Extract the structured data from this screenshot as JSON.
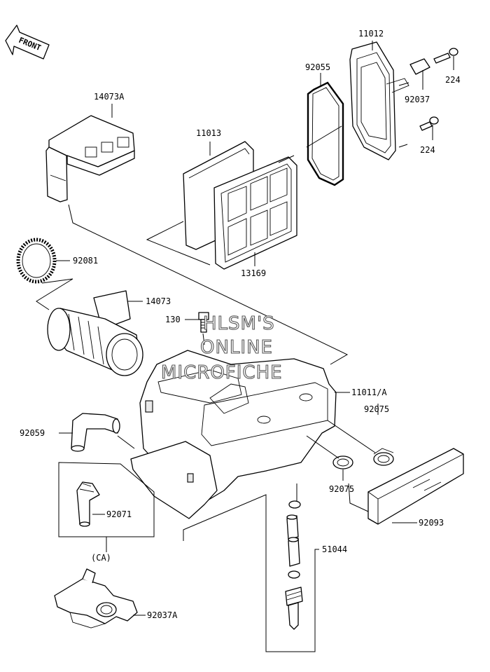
{
  "front_label": "FRONT",
  "watermark": [
    "HLSM'S",
    "ONLINE",
    "MICROFICHE"
  ],
  "labels": {
    "p11012": "11012",
    "p92055": "92055",
    "p224a": "224",
    "p92037": "92037",
    "p224b": "224",
    "p14073A": "14073A",
    "p11013": "11013",
    "p13169": "13169",
    "p92081": "92081",
    "p14073": "14073",
    "p130": "130",
    "p11011A": "11011/A",
    "p92075a": "92075",
    "p92059": "92059",
    "p92075b": "92075",
    "p92071": "92071",
    "pCA": "(CA)",
    "p92093": "92093",
    "p51044": "51044",
    "p92037A": "92037A"
  }
}
